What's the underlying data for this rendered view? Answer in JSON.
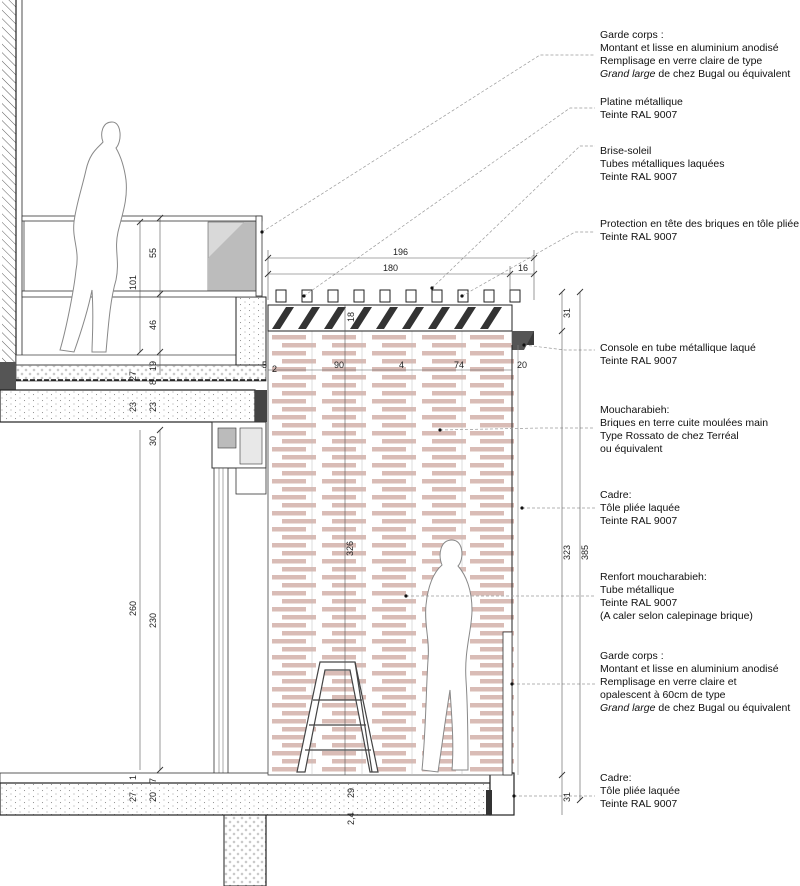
{
  "colors": {
    "brick": "#d9bcb6",
    "line": "#222222",
    "concrete_dot": "#9a9a9a",
    "glass": "#dcdcdc",
    "dark_plate": "#3a3a3a",
    "leader": "#9a9a9a",
    "human": "#ffffff"
  },
  "annotations": [
    {
      "lines": [
        {
          "text": "Garde corps :"
        },
        {
          "text": "Montant et lisse en aluminium anodisé"
        },
        {
          "text": "Remplisage en verre claire de type"
        },
        {
          "parts": [
            {
              "text": "Grand large",
              "italic": true
            },
            {
              "text": " de chez Bugal ou équivalent"
            }
          ]
        }
      ]
    },
    {
      "lines": [
        {
          "text": "Platine métallique"
        },
        {
          "text": "Teinte RAL 9007"
        }
      ]
    },
    {
      "lines": [
        {
          "text": "Brise-soleil"
        },
        {
          "text": "Tubes métalliques laquées"
        },
        {
          "text": "Teinte RAL 9007"
        }
      ]
    },
    {
      "lines": [
        {
          "text": "Protection en tête des briques en tôle pliée"
        },
        {
          "text": "Teinte RAL 9007"
        }
      ]
    },
    {
      "lines": [
        {
          "text": "Console en tube métallique laqué"
        },
        {
          "text": "Teinte RAL 9007"
        }
      ]
    },
    {
      "lines": [
        {
          "text": "Moucharabieh:"
        },
        {
          "text": "Briques en terre cuite moulées main"
        },
        {
          "text": "Type Rossato de chez Terréal"
        },
        {
          "text": "ou équivalent"
        }
      ]
    },
    {
      "lines": [
        {
          "text": "Cadre:"
        },
        {
          "text": "Tôle pliée laquée"
        },
        {
          "text": "Teinte RAL 9007"
        }
      ]
    },
    {
      "lines": [
        {
          "text": "Renfort moucharabieh:"
        },
        {
          "text": "Tube métallique"
        },
        {
          "text": "Teinte RAL 9007"
        },
        {
          "text": "(A caler selon calepinage brique)"
        }
      ]
    },
    {
      "lines": [
        {
          "text": "Garde corps :"
        },
        {
          "text": "Montant et lisse en aluminium anodisé"
        },
        {
          "text": "Remplisage en verre claire et"
        },
        {
          "text": "opalescent à 60cm de type"
        },
        {
          "parts": [
            {
              "text": "Grand large",
              "italic": true
            },
            {
              "text": " de chez Bugal ou équivalent"
            }
          ]
        }
      ]
    },
    {
      "lines": [
        {
          "text": "Cadre:"
        },
        {
          "text": "Tôle pliée laquée"
        },
        {
          "text": "Teinte RAL 9007"
        }
      ]
    }
  ],
  "dimensions": {
    "d196": "196",
    "d180": "180",
    "d16": "16",
    "d55": "55",
    "d101": "101",
    "d46": "46",
    "d18": "18",
    "d27a": "27",
    "d19": "19",
    "d23a": "23",
    "d23b": "23",
    "d8": "8",
    "d5": "5",
    "d2": "2",
    "d90": "90",
    "d4": "4",
    "d74": "74",
    "d20": "20",
    "d31a": "31",
    "d323": "323",
    "d385": "385",
    "d326": "326",
    "d30": "30",
    "d260": "260",
    "d230": "230",
    "d27b": "27",
    "d20b": "20",
    "d7": "7",
    "d1": "1",
    "d29": "29",
    "d31b": "31",
    "d24": "2,4"
  }
}
